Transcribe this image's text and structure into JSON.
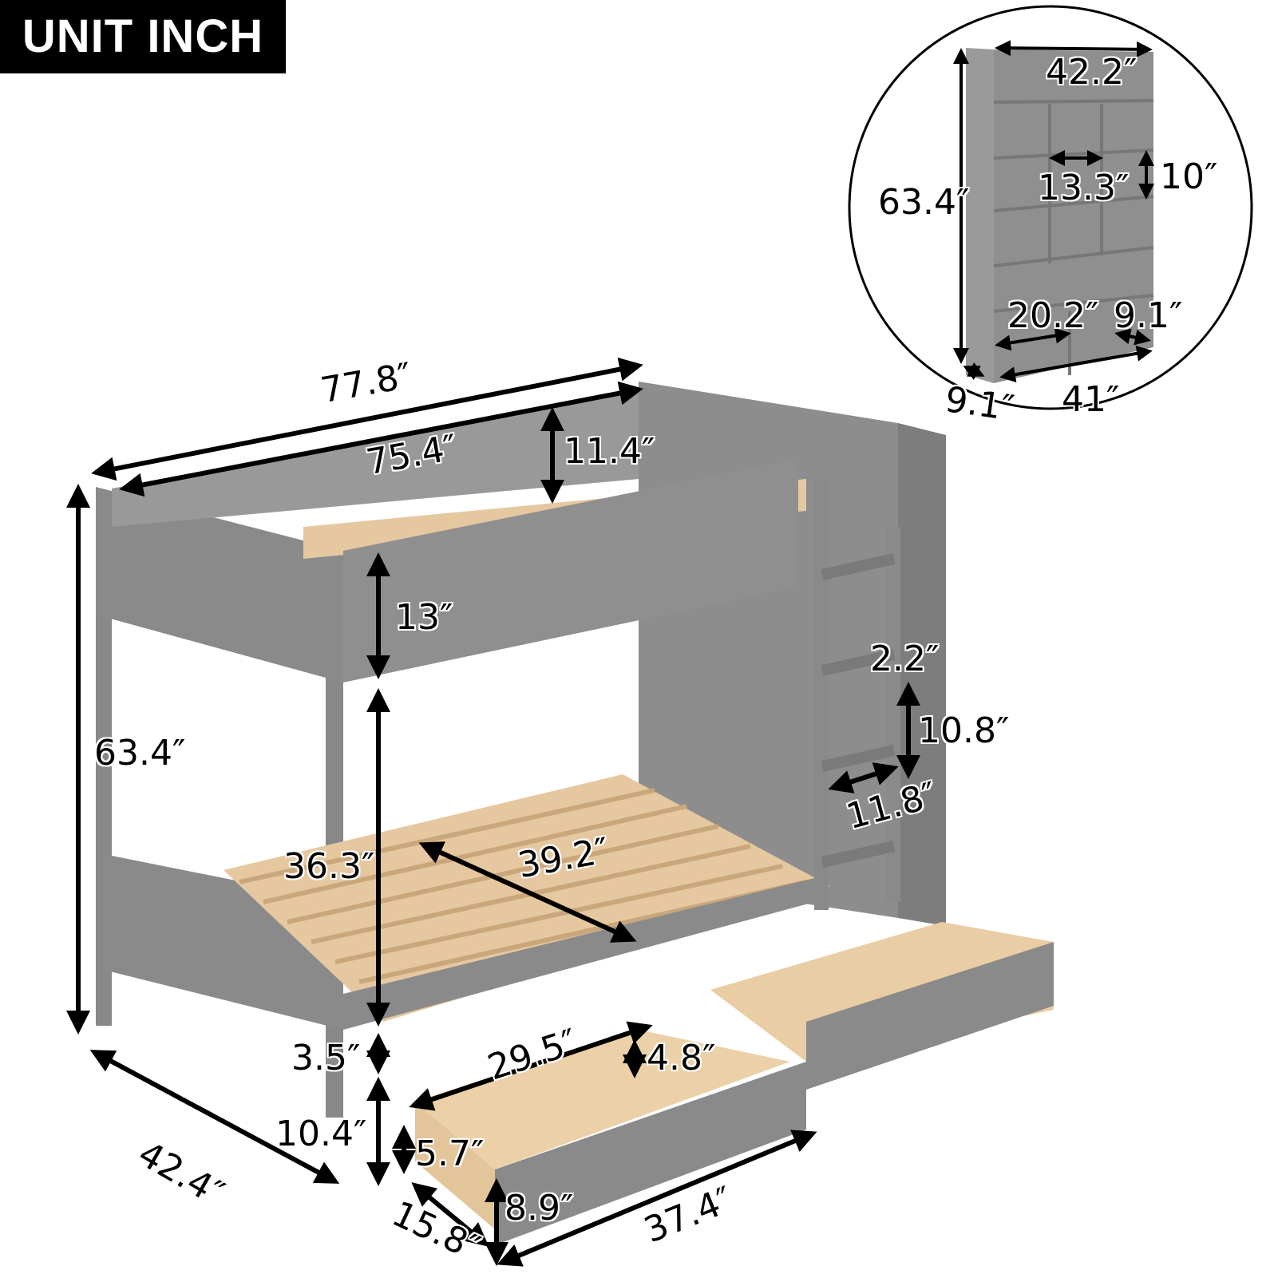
{
  "badge": {
    "text": "UNIT INCH"
  },
  "colors": {
    "frame_gray": "#8a8a8a",
    "frame_dark": "#6f6f6f",
    "wood": "#e8c9a0",
    "text": "#000000",
    "badge_bg": "#000000",
    "badge_text": "#ffffff"
  },
  "bed": {
    "overall_length": "77.8″",
    "inner_length": "75.4″",
    "guardrail_height": "11.4″",
    "top_bunk_side_height": "13″",
    "overall_height": "63.4″",
    "between_bunks_clearance": "36.3″",
    "inner_width": "39.2″",
    "overall_width": "42.4″",
    "bottom_rail_height": "3.5″",
    "floor_clearance": "10.4″"
  },
  "ladder": {
    "rung_depth": "2.2″",
    "rung_spacing": "10.8″",
    "rung_width": "11.8″"
  },
  "drawer": {
    "inner_length": "29.5″",
    "inner_height": "4.8″",
    "side_height": "5.7″",
    "front_height": "8.9″",
    "depth": "15.8″",
    "front_length": "37.4″"
  },
  "bookcase": {
    "top_width": "42.2″",
    "height": "63.4″",
    "cubby_width": "13.3″",
    "cubby_height": "10″",
    "bottom_left_width": "20.2″",
    "bottom_right_width": "9.1″",
    "depth": "9.1″",
    "base_width": "41″"
  }
}
